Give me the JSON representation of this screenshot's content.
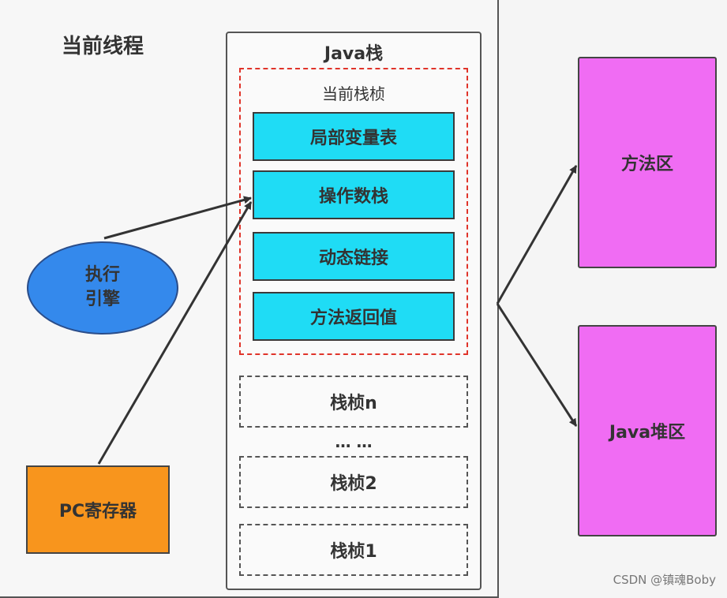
{
  "thread": {
    "title": "当前线程"
  },
  "java_stack": {
    "title": "Java栈",
    "current_frame": {
      "title": "当前栈桢",
      "items": [
        "局部变量表",
        "操作数栈",
        "动态链接",
        "方法返回值"
      ]
    },
    "other_frames": [
      "栈桢n",
      "栈桢2",
      "栈桢1"
    ],
    "ellipsis": "… …"
  },
  "exec_engine": {
    "line1": "执行",
    "line2": "引擎"
  },
  "pc_register": {
    "label": "PC寄存器"
  },
  "method_area": {
    "label": "方法区"
  },
  "heap_area": {
    "label": "Java堆区"
  },
  "watermark": "CSDN @镇魂Boby",
  "colors": {
    "frame_item": "#1fdcf5",
    "current_frame_border": "#e0342a",
    "exec_engine": "#3489ec",
    "pc_register": "#f8951d",
    "memory_area": "#f06cf3"
  }
}
